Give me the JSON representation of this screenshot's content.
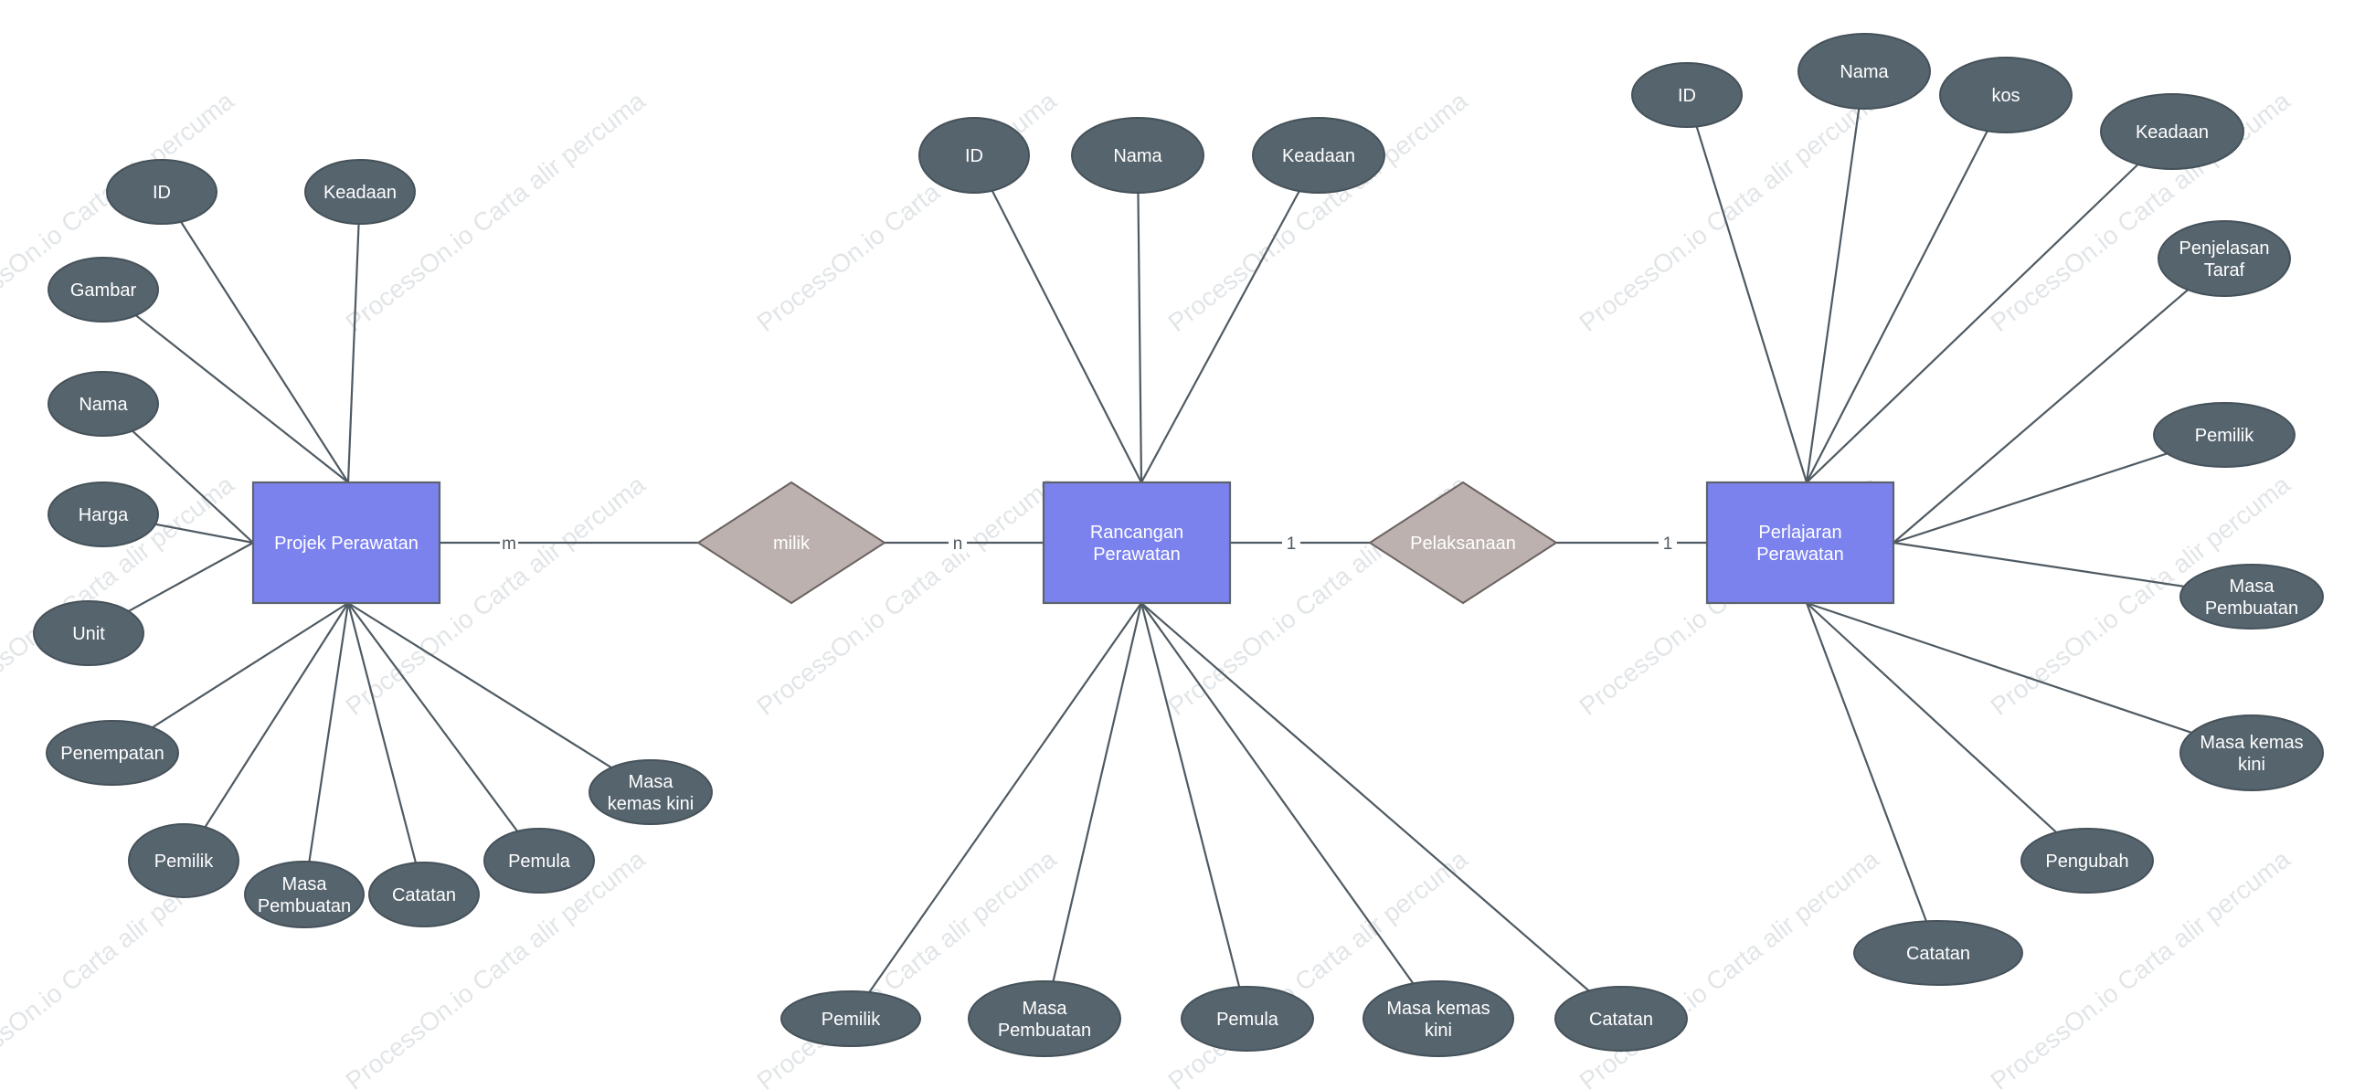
{
  "watermark": "ProcessOn.io Carta alir percuma",
  "entities": {
    "projek": {
      "label": "Projek Perawatan"
    },
    "rancangan": {
      "label": "Rancangan\nPerawatan"
    },
    "perlajaran": {
      "label": "Perlajaran\nPerawatan"
    }
  },
  "relationships": {
    "milik": {
      "label": "milik"
    },
    "pelaksanaan": {
      "label": "Pelaksanaan"
    }
  },
  "cardinalities": {
    "projek_milik": "m",
    "milik_rancangan": "n",
    "rancangan_pelaksanaan": "1",
    "pelaksanaan_perlajaran": "1"
  },
  "attributes": {
    "projek": {
      "id": "ID",
      "keadaan": "Keadaan",
      "gambar": "Gambar",
      "nama": "Nama",
      "harga": "Harga",
      "unit": "Unit",
      "penempatan": "Penempatan",
      "pemilik": "Pemilik",
      "masa_pembuatan": "Masa\nPembuatan",
      "catatan": "Catatan",
      "pemula": "Pemula",
      "masa_kemas_kini": "Masa\nkemas kini"
    },
    "rancangan": {
      "id": "ID",
      "nama": "Nama",
      "keadaan": "Keadaan",
      "pemilik": "Pemilik",
      "masa_pembuatan": "Masa\nPembuatan",
      "pemula": "Pemula",
      "masa_kemas_kini": "Masa kemas\nkini",
      "catatan": "Catatan"
    },
    "perlajaran": {
      "id": "ID",
      "nama": "Nama",
      "kos": "kos",
      "keadaan": "Keadaan",
      "penjelasan_taraf": "Penjelasan\nTaraf",
      "pemilik": "Pemilik",
      "masa_pembuatan": "Masa\nPembuatan",
      "masa_kemas_kini": "Masa kemas\nkini",
      "pengubah": "Pengubah",
      "catatan": "Catatan"
    }
  },
  "colors": {
    "entity_fill": "#7b82ee",
    "attribute_fill": "#56646e",
    "relationship_fill": "#bcb1ae",
    "line": "#4f5a62"
  }
}
